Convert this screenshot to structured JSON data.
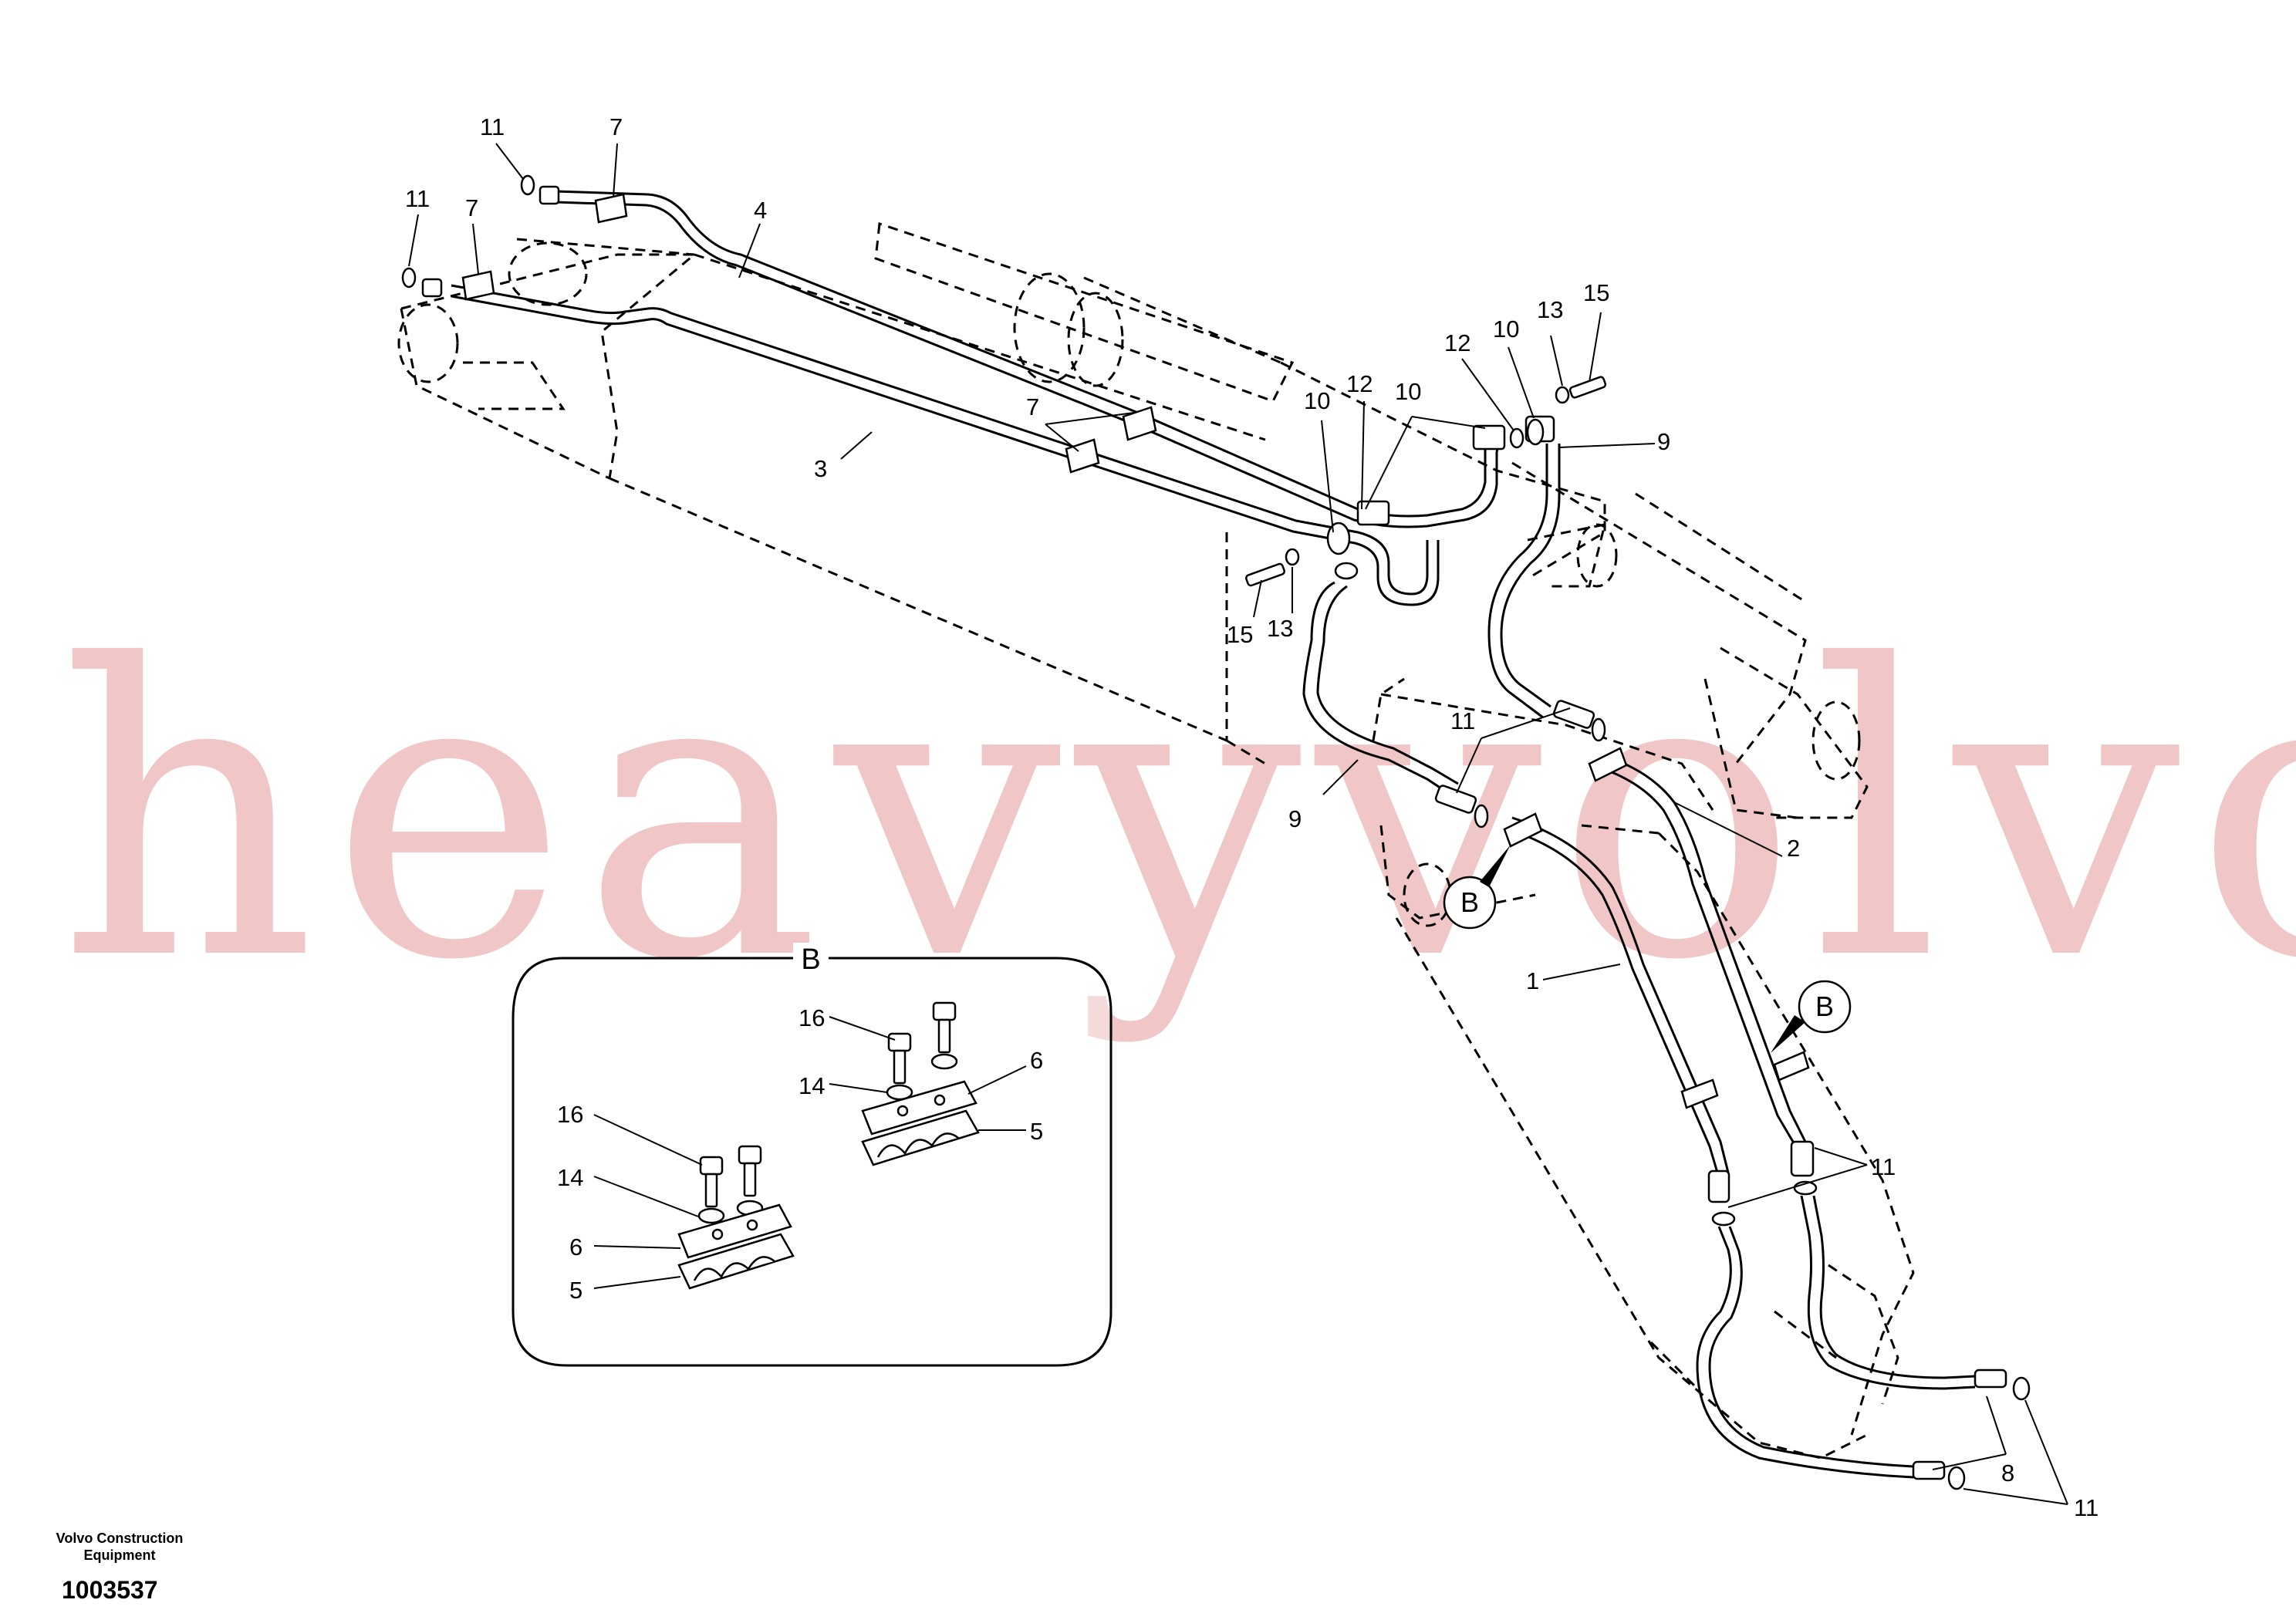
{
  "diagram": {
    "watermark": "heavyvolvo.com",
    "callouts": [
      {
        "id": "c11a",
        "text": "11"
      },
      {
        "id": "c7a",
        "text": "7"
      },
      {
        "id": "c11b",
        "text": "11"
      },
      {
        "id": "c7b",
        "text": "7"
      },
      {
        "id": "c4",
        "text": "4"
      },
      {
        "id": "c3",
        "text": "3"
      },
      {
        "id": "c7c",
        "text": "7"
      },
      {
        "id": "c10a",
        "text": "10"
      },
      {
        "id": "c12a",
        "text": "12"
      },
      {
        "id": "c10b",
        "text": "10"
      },
      {
        "id": "c15a",
        "text": "15"
      },
      {
        "id": "c13a",
        "text": "13"
      },
      {
        "id": "c12b",
        "text": "12"
      },
      {
        "id": "c10c",
        "text": "10"
      },
      {
        "id": "c13b",
        "text": "13"
      },
      {
        "id": "c15b",
        "text": "15"
      },
      {
        "id": "c9a",
        "text": "9"
      },
      {
        "id": "c11c",
        "text": "11"
      },
      {
        "id": "c9b",
        "text": "9"
      },
      {
        "id": "c2",
        "text": "2"
      },
      {
        "id": "c1",
        "text": "1"
      },
      {
        "id": "c11d",
        "text": "11"
      },
      {
        "id": "c8",
        "text": "8"
      },
      {
        "id": "c11e",
        "text": "11"
      }
    ],
    "detail_view": {
      "title": "B",
      "callouts": [
        {
          "id": "d16a",
          "text": "16"
        },
        {
          "id": "d14a",
          "text": "14"
        },
        {
          "id": "d6a",
          "text": "6"
        },
        {
          "id": "d5a",
          "text": "5"
        },
        {
          "id": "d16b",
          "text": "16"
        },
        {
          "id": "d14b",
          "text": "14"
        },
        {
          "id": "d6b",
          "text": "6"
        },
        {
          "id": "d5b",
          "text": "5"
        }
      ]
    },
    "view_markers": [
      {
        "id": "vb1",
        "text": "B"
      },
      {
        "id": "vb2",
        "text": "B"
      }
    ]
  },
  "footer": {
    "manufacturer_line1": "Volvo Construction",
    "manufacturer_line2": "Equipment",
    "part_number": "1003537"
  }
}
